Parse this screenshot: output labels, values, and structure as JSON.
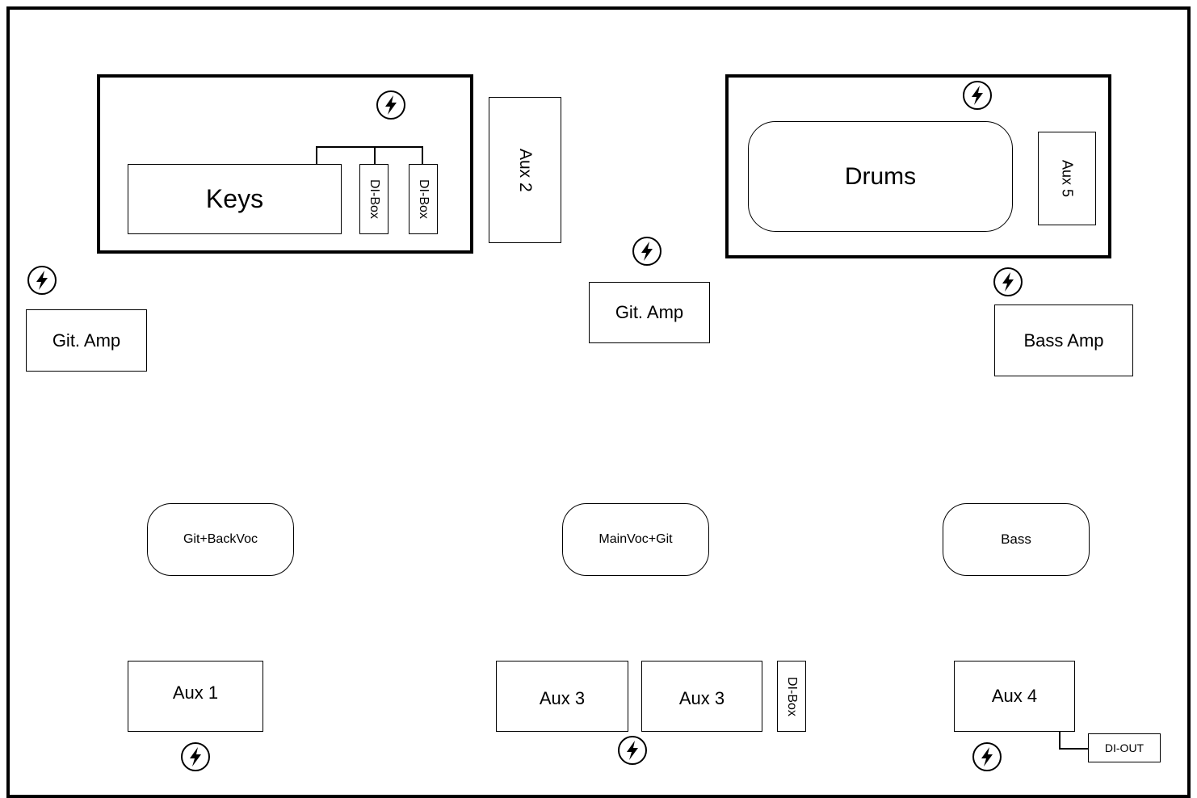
{
  "labels": {
    "keys": "Keys",
    "di_box_1": "DI-Box",
    "di_box_2": "DI-Box",
    "aux_2": "Aux 2",
    "drums": "Drums",
    "aux_5": "Aux 5",
    "git_amp_left": "Git. Amp",
    "git_amp_center": "Git. Amp",
    "bass_amp": "Bass Amp",
    "git_backvoc": "Git+BackVoc",
    "mainvoc_git": "MainVoc+Git",
    "bass": "Bass",
    "aux_1": "Aux 1",
    "aux_3_a": "Aux 3",
    "aux_3_b": "Aux 3",
    "di_box_3": "DI-Box",
    "aux_4": "Aux 4",
    "di_out": "DI-OUT"
  },
  "icons": {
    "power": "power-outlet-icon"
  }
}
